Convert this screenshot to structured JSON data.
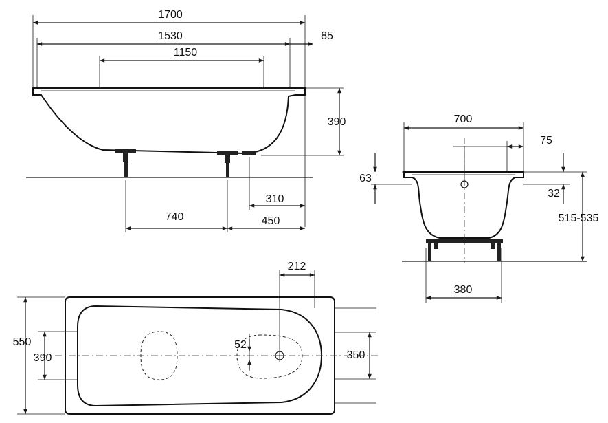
{
  "side_view": {
    "length_total": "1700",
    "length_inner": "1530",
    "rim_end": "85",
    "bottom_length": "1150",
    "depth": "390",
    "feet_spacing": "740",
    "drain_offset": "310",
    "foot_to_end": "450"
  },
  "end_view": {
    "width": "700",
    "overflow_offset": "75",
    "rim_height": "63",
    "overflow_drop": "32",
    "height_range": "515-535",
    "feet_width": "380"
  },
  "top_view": {
    "drain_to_end": "212",
    "outer_width": "550",
    "inner_width_left": "390",
    "inner_width_right": "350",
    "drain_offset_small": "52"
  }
}
